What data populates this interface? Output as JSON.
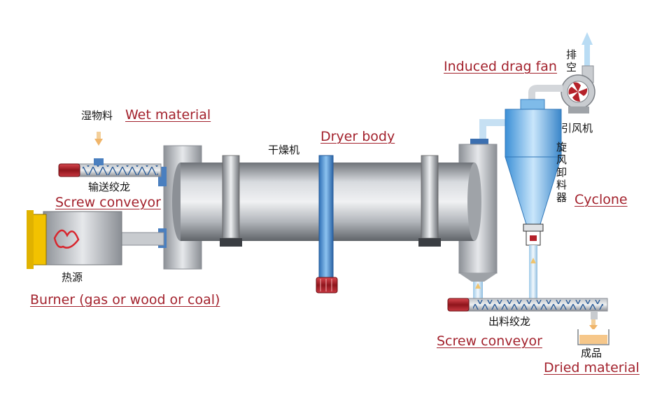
{
  "labels_en": {
    "wet_material": "Wet material",
    "dryer_body": "Dryer body",
    "induced_drag_fan": "Induced drag fan",
    "cyclone": "Cyclone",
    "screw_conveyor_in": "Screw conveyor",
    "burner": "Burner (gas or wood or coal)",
    "screw_conveyor_out": "Screw conveyor",
    "dried_material": "Dried material"
  },
  "labels_zh": {
    "wet_material": "湿物料",
    "dryer": "干燥机",
    "exhaust": "排空",
    "induced_fan": "引风机",
    "cyclone": "旋风卸料器",
    "feed_conveyor": "输送绞龙",
    "heat_source": "热源",
    "discharge_conveyor": "出料绞龙",
    "product": "成品"
  },
  "colors": {
    "label_en": "#a3222d",
    "steel": "#a9adb2",
    "cyclone_blue": "#5aa8e6",
    "motor_red": "#b5222a",
    "burner_yellow": "#f2c200",
    "flow_blue": "#9ec9e8"
  }
}
